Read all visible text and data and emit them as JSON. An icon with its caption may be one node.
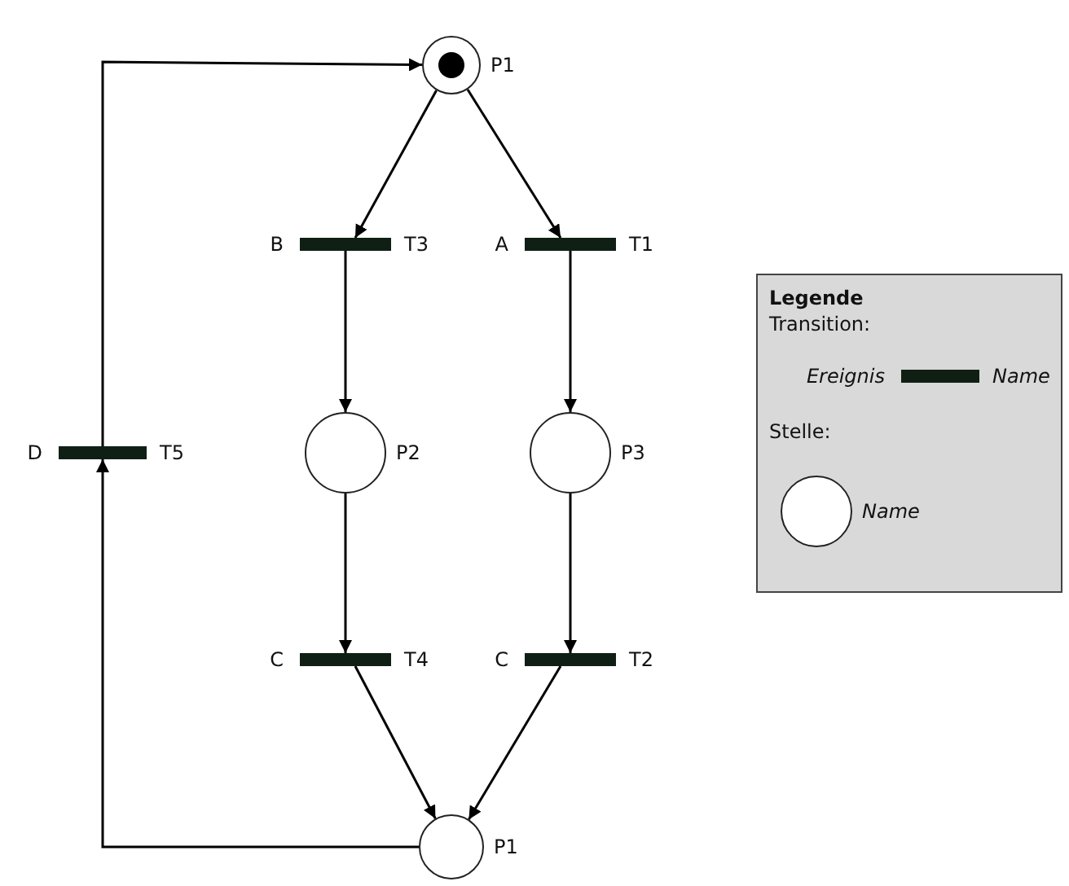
{
  "diagram": {
    "nodes": [
      {
        "text": [
          "P1"
        ]
      },
      {
        "text": [
          "T3"
        ],
        "beside": [
          "B"
        ]
      },
      {
        "text": [
          "T1"
        ],
        "beside": [
          "A"
        ]
      },
      {
        "text": [
          "T5"
        ],
        "beside": [
          "D"
        ]
      },
      {
        "text": [
          "P2"
        ]
      },
      {
        "text": [
          "P3"
        ]
      },
      {
        "text": [
          "T4"
        ],
        "beside": [
          "C"
        ]
      },
      {
        "text": [
          "T2"
        ],
        "beside": [
          "C"
        ]
      },
      {
        "text": [
          "P1"
        ]
      },
      {
        "text": [
          "Legende",
          "Transition:",
          "Stelle:"
        ]
      },
      {
        "text": [],
        "shape": "bar",
        "in": 9,
        "beside": [
          "Ereignis",
          "Name"
        ]
      },
      {
        "text": [
          "Name"
        ],
        "in": 9
      }
    ],
    "edges": [
      {
        "from": 0,
        "to": 1,
        "arrow": "to"
      },
      {
        "from": 0,
        "to": 2,
        "arrow": "to"
      },
      {
        "from": 1,
        "to": 4,
        "arrow": "to"
      },
      {
        "from": 2,
        "to": 5,
        "arrow": "to"
      },
      {
        "from": 4,
        "to": 6,
        "arrow": "to"
      },
      {
        "from": 5,
        "to": 7,
        "arrow": "to"
      },
      {
        "from": 6,
        "to": 8,
        "arrow": "to"
      },
      {
        "from": 7,
        "to": 8,
        "arrow": "to"
      },
      {
        "from": 8,
        "to": 3,
        "arrow": "to"
      },
      {
        "from": 3,
        "to": 0,
        "arrow": "to"
      }
    ]
  }
}
